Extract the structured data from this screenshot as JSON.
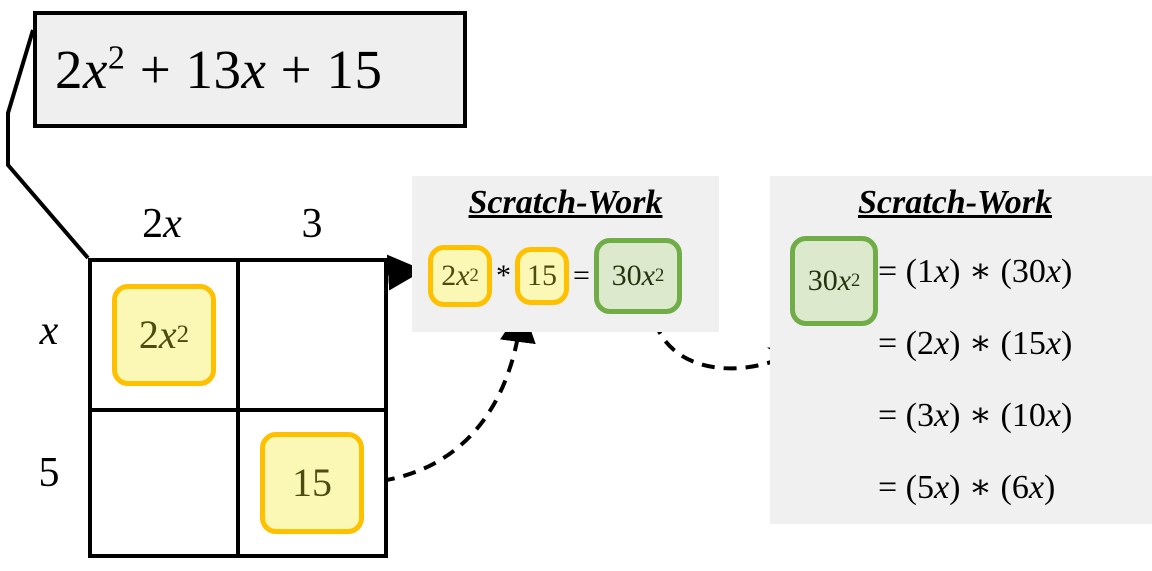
{
  "expression": {
    "label": "2x² + 13x + 15",
    "coef_a": "2",
    "var": "x",
    "exp": "2",
    "plus_1": "+",
    "coef_b": "13",
    "plus_2": "+",
    "coef_c": "15"
  },
  "grid": {
    "col_headers": [
      "2x",
      "3"
    ],
    "row_headers": [
      "x",
      "5"
    ],
    "cells": [
      {
        "position": "top-left",
        "value": "2x²",
        "highlight": "yellow"
      },
      {
        "position": "top-right",
        "value": "",
        "highlight": "none"
      },
      {
        "position": "bottom-left",
        "value": "",
        "highlight": "none"
      },
      {
        "position": "bottom-right",
        "value": "15",
        "highlight": "yellow"
      }
    ]
  },
  "panel_1": {
    "title": "Scratch-Work",
    "operand_a": "2x²",
    "operator": "*",
    "operand_b": "15",
    "equals": "=",
    "result": "30x²"
  },
  "panel_2": {
    "title": "Scratch-Work",
    "subject": "30x²",
    "rows": [
      {
        "equals": "=",
        "left": "(1x)",
        "operator": "*",
        "right": "(30x)"
      },
      {
        "equals": "=",
        "left": "(2x)",
        "operator": "*",
        "right": "(15x)"
      },
      {
        "equals": "=",
        "left": "(3x)",
        "operator": "*",
        "right": "(10x)"
      },
      {
        "equals": "=",
        "left": "(5x)",
        "operator": "*",
        "right": "(6x)"
      }
    ]
  },
  "colors": {
    "highlight_yellow_fill": "#FBF7B5",
    "highlight_yellow_border": "#FFC000",
    "highlight_yellow_text": "#4C4C10",
    "highlight_green_fill": "#DDE9CD",
    "highlight_green_border": "#70AD47",
    "panel_background": "#F0F0F0",
    "banner_background": "#EFEFEF",
    "line": "#000000"
  }
}
